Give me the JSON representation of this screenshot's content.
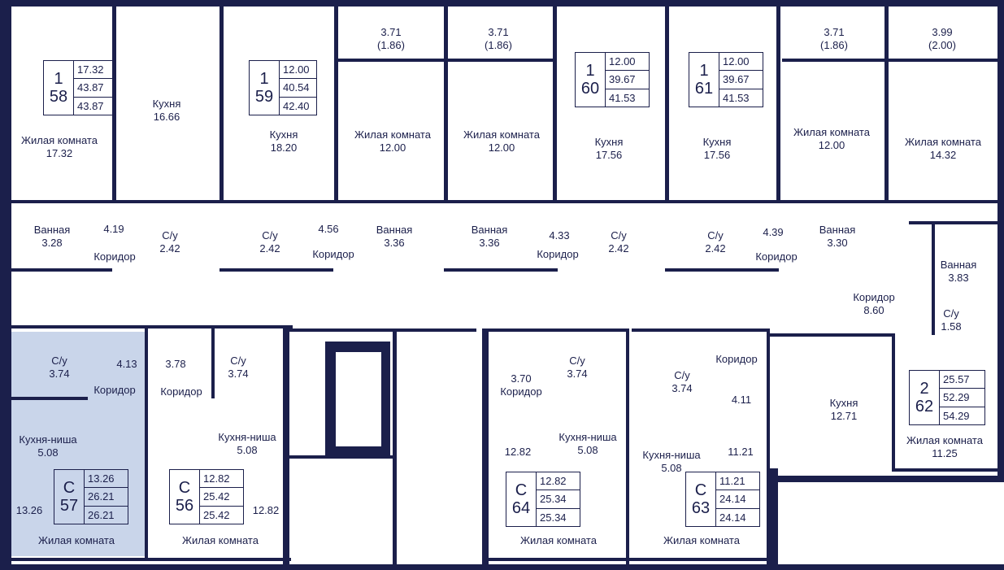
{
  "colors": {
    "wall": "#1b1f4b",
    "highlight": "#c9d5ea",
    "background": "#ffffff"
  },
  "highlighted_unit": "57",
  "units": [
    {
      "id": "u58",
      "rooms": "1",
      "number": "58",
      "areas": [
        "17.32",
        "43.87",
        "43.87"
      ]
    },
    {
      "id": "u59",
      "rooms": "1",
      "number": "59",
      "areas": [
        "12.00",
        "40.54",
        "42.40"
      ]
    },
    {
      "id": "u60",
      "rooms": "1",
      "number": "60",
      "areas": [
        "12.00",
        "39.67",
        "41.53"
      ]
    },
    {
      "id": "u61",
      "rooms": "1",
      "number": "61",
      "areas": [
        "12.00",
        "39.67",
        "41.53"
      ]
    },
    {
      "id": "u62",
      "rooms": "2",
      "number": "62",
      "areas": [
        "25.57",
        "52.29",
        "54.29"
      ]
    },
    {
      "id": "u57",
      "rooms": "С",
      "number": "57",
      "areas": [
        "13.26",
        "26.21",
        "26.21"
      ]
    },
    {
      "id": "u56",
      "rooms": "С",
      "number": "56",
      "areas": [
        "12.82",
        "25.42",
        "25.42"
      ]
    },
    {
      "id": "u64",
      "rooms": "С",
      "number": "64",
      "areas": [
        "12.82",
        "25.34",
        "25.34"
      ]
    },
    {
      "id": "u63",
      "rooms": "С",
      "number": "63",
      "areas": [
        "11.21",
        "24.14",
        "24.14"
      ]
    }
  ],
  "labels": [
    {
      "id": "bal1",
      "text": [
        "3.71",
        "(1.86)"
      ]
    },
    {
      "id": "bal2",
      "text": [
        "3.71",
        "(1.86)"
      ]
    },
    {
      "id": "bal3",
      "text": [
        "3.71",
        "(1.86)"
      ]
    },
    {
      "id": "bal4",
      "text": [
        "3.99",
        "(2.00)"
      ]
    },
    {
      "id": "l1",
      "text": [
        "Жилая комната",
        "17.32"
      ]
    },
    {
      "id": "l2",
      "text": [
        "Кухня",
        "16.66"
      ]
    },
    {
      "id": "l3",
      "text": [
        "Кухня",
        "18.20"
      ]
    },
    {
      "id": "l4",
      "text": [
        "Жилая комната",
        "12.00"
      ]
    },
    {
      "id": "l5",
      "text": [
        "Жилая комната",
        "12.00"
      ]
    },
    {
      "id": "l6",
      "text": [
        "Кухня",
        "17.56"
      ]
    },
    {
      "id": "l7",
      "text": [
        "Кухня",
        "17.56"
      ]
    },
    {
      "id": "l8",
      "text": [
        "Жилая комната",
        "12.00"
      ]
    },
    {
      "id": "l9",
      "text": [
        "Жилая комната",
        "14.32"
      ]
    },
    {
      "id": "l10",
      "text": [
        "Ванная",
        "3.28"
      ]
    },
    {
      "id": "l11",
      "text": [
        "4.19"
      ]
    },
    {
      "id": "l12",
      "text": [
        "С/у",
        "2.42"
      ]
    },
    {
      "id": "l13",
      "text": [
        "Коридор"
      ]
    },
    {
      "id": "l14",
      "text": [
        "С/у",
        "2.42"
      ]
    },
    {
      "id": "l15",
      "text": [
        "4.56"
      ]
    },
    {
      "id": "l16",
      "text": [
        "Ванная",
        "3.36"
      ]
    },
    {
      "id": "l17",
      "text": [
        "Коридор"
      ]
    },
    {
      "id": "l18",
      "text": [
        "Ванная",
        "3.36"
      ]
    },
    {
      "id": "l19",
      "text": [
        "4.33"
      ]
    },
    {
      "id": "l20",
      "text": [
        "С/у",
        "2.42"
      ]
    },
    {
      "id": "l21",
      "text": [
        "Коридор"
      ]
    },
    {
      "id": "l22",
      "text": [
        "С/у",
        "2.42"
      ]
    },
    {
      "id": "l23",
      "text": [
        "4.39"
      ]
    },
    {
      "id": "l24",
      "text": [
        "Ванная",
        "3.30"
      ]
    },
    {
      "id": "l25",
      "text": [
        "Коридор"
      ]
    },
    {
      "id": "l26",
      "text": [
        "Ванная",
        "3.83"
      ]
    },
    {
      "id": "l27",
      "text": [
        "Коридор",
        "8.60"
      ]
    },
    {
      "id": "l28",
      "text": [
        "С/у",
        "1.58"
      ]
    },
    {
      "id": "l29",
      "text": [
        "С/у",
        "3.74"
      ]
    },
    {
      "id": "l30",
      "text": [
        "4.13"
      ]
    },
    {
      "id": "l31",
      "text": [
        "Коридор"
      ]
    },
    {
      "id": "l32",
      "text": [
        "Кухня-ниша",
        "5.08"
      ]
    },
    {
      "id": "l33",
      "text": [
        "13.26"
      ]
    },
    {
      "id": "l34",
      "text": [
        "Жилая комната"
      ]
    },
    {
      "id": "l35",
      "text": [
        "3.78"
      ]
    },
    {
      "id": "l36",
      "text": [
        "С/у",
        "3.74"
      ]
    },
    {
      "id": "l37",
      "text": [
        "Коридор"
      ]
    },
    {
      "id": "l38",
      "text": [
        "Кухня-ниша",
        "5.08"
      ]
    },
    {
      "id": "l39",
      "text": [
        "12.82"
      ]
    },
    {
      "id": "l40",
      "text": [
        "Жилая комната"
      ]
    },
    {
      "id": "l41",
      "text": [
        "3.70",
        "Коридор"
      ]
    },
    {
      "id": "l42",
      "text": [
        "С/у",
        "3.74"
      ]
    },
    {
      "id": "l43",
      "text": [
        "12.82"
      ]
    },
    {
      "id": "l44",
      "text": [
        "Кухня-ниша",
        "5.08"
      ]
    },
    {
      "id": "l45",
      "text": [
        "Жилая комната"
      ]
    },
    {
      "id": "l46",
      "text": [
        "Коридор"
      ]
    },
    {
      "id": "l47",
      "text": [
        "С/у",
        "3.74"
      ]
    },
    {
      "id": "l48",
      "text": [
        "4.11"
      ]
    },
    {
      "id": "l49",
      "text": [
        "11.21"
      ]
    },
    {
      "id": "l50",
      "text": [
        "Кухня-ниша",
        "5.08"
      ]
    },
    {
      "id": "l51",
      "text": [
        "Жилая комната"
      ]
    },
    {
      "id": "l52",
      "text": [
        "Кухня",
        "12.71"
      ]
    },
    {
      "id": "l53",
      "text": [
        "Жилая комната",
        "11.25"
      ]
    }
  ]
}
